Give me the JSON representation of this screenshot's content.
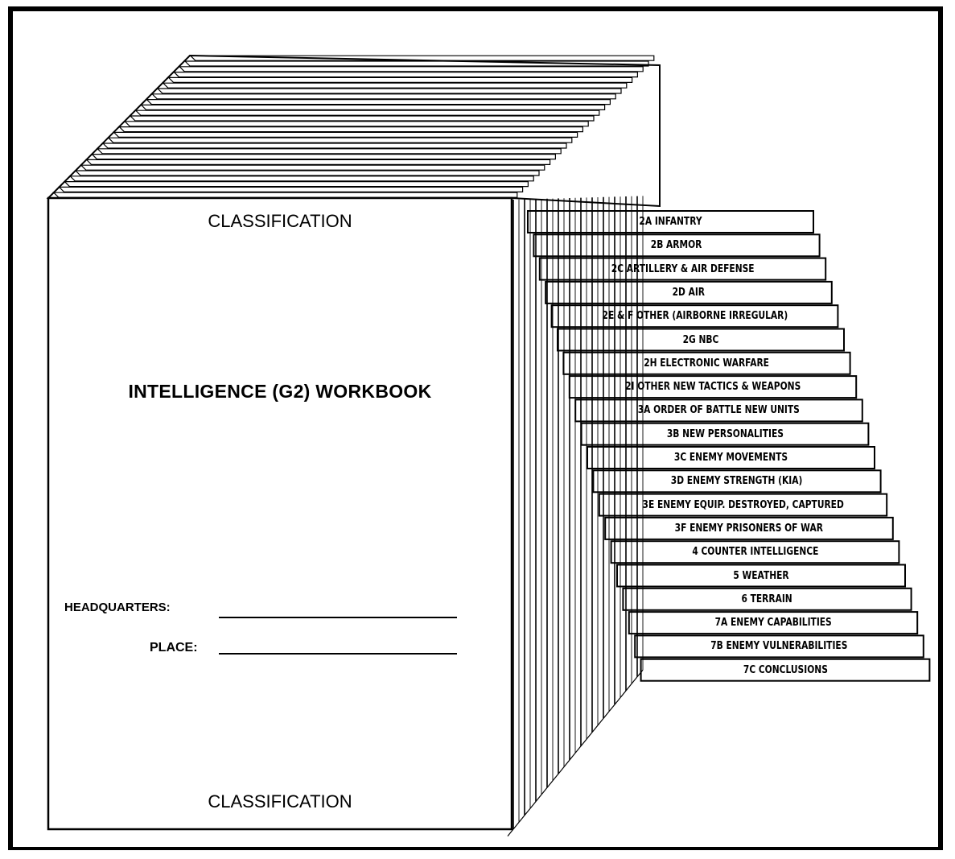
{
  "workbook": {
    "classification_top": "CLASSIFICATION",
    "title": "INTELLIGENCE (G2) WORKBOOK",
    "headquarters_label": "HEADQUARTERS:",
    "place_label": "PLACE:",
    "classification_bottom": "CLASSIFICATION"
  },
  "tabs": [
    "2A INFANTRY",
    "2B ARMOR",
    "2C ARTILLERY &  AIR DEFENSE",
    "2D AIR",
    "2E & F OTHER  (AIRBORNE IRREGULAR)",
    "2G NBC",
    "2H  ELECTRONIC  WARFARE",
    "2I  OTHER NEW TACTICS  & WEAPONS",
    "3A  ORDER OF BATTLE  NEW UNITS",
    "3B  NEW  PERSONALITIES",
    "3C  ENEMY MOVEMENTS",
    "3D  ENEMY STRENGTH  (KIA)",
    "3E ENEMY EQUIP. DESTROYED, CAPTURED",
    "3F ENEMY PRISONERS OF WAR",
    "4 COUNTER INTELLIGENCE",
    "5  WEATHER",
    "6  TERRAIN",
    "7A  ENEMY CAPABILITIES",
    "7B  ENEMY  VULNERABILITIES",
    "7C  CONCLUSIONS"
  ],
  "colors": {
    "ink": "#000000",
    "paper": "#ffffff"
  }
}
